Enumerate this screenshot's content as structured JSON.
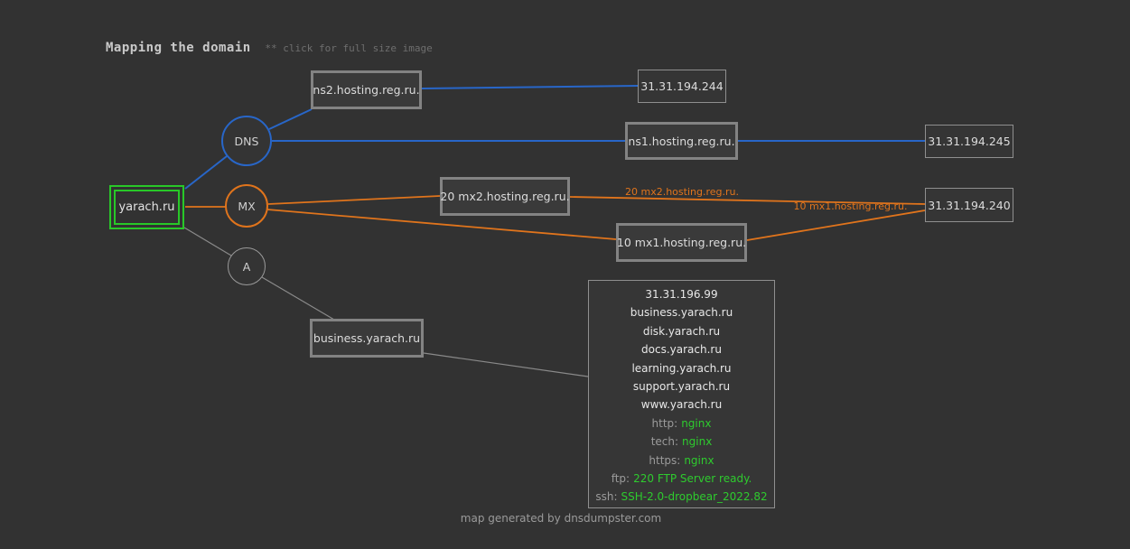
{
  "header": {
    "title": "Mapping the domain",
    "hint": "** click for full size image"
  },
  "footer": {
    "text": "map generated by dnsdumpster.com"
  },
  "colors": {
    "background": "#323232",
    "dns_blue": "#2866c8",
    "mx_orange": "#e0741c",
    "service_green": "#2ecb2e",
    "domain_border_green": "#28c828",
    "node_border_gray": "#838383",
    "edge_gray": "#8a8a8a"
  },
  "graph": {
    "domain": {
      "label": "yarach.ru"
    },
    "record_types": {
      "dns": "DNS",
      "mx": "MX",
      "a": "A"
    },
    "hosts": {
      "ns2": "ns2.hosting.reg.ru.",
      "ns1": "ns1.hosting.reg.ru.",
      "mx2": "20 mx2.hosting.reg.ru.",
      "mx1": "10 mx1.hosting.reg.ru.",
      "business": "business.yarach.ru"
    },
    "ips": {
      "ip_244": "31.31.194.244",
      "ip_245": "31.31.194.245",
      "ip_240": "31.31.194.240"
    },
    "edge_labels": {
      "mx2": "20 mx2.hosting.reg.ru.",
      "mx1": "10 mx1.hosting.reg.ru."
    }
  },
  "services_box": {
    "ip": "31.31.196.99",
    "hostnames": [
      "business.yarach.ru",
      "disk.yarach.ru",
      "docs.yarach.ru",
      "learning.yarach.ru",
      "support.yarach.ru",
      "www.yarach.ru"
    ],
    "services": [
      {
        "label": "http:",
        "value": "nginx"
      },
      {
        "label": "tech:",
        "value": "nginx"
      },
      {
        "label": "https:",
        "value": "nginx"
      },
      {
        "label": "ftp:",
        "value": "220 FTP Server ready."
      },
      {
        "label": "ssh:",
        "value": "SSH-2.0-dropbear_2022.82"
      }
    ]
  }
}
